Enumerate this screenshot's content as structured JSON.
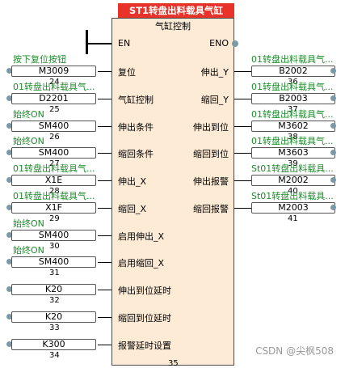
{
  "block": {
    "title": "ST1转盘出料载具气缸",
    "subtitle": "气缸控制",
    "en_label": "EN",
    "eno_label": "ENO",
    "bottom_num": "35"
  },
  "inputs": [
    {
      "pin": "复位",
      "value": "M3009",
      "comment": "按下复位按钮",
      "num": "24"
    },
    {
      "pin": "气缸控制",
      "value": "D2201",
      "comment": "01转盘出料载具气...",
      "num": "25"
    },
    {
      "pin": "伸出条件",
      "value": "SM400",
      "comment": "始终ON",
      "num": "26"
    },
    {
      "pin": "缩回条件",
      "value": "SM400",
      "comment": "始终ON",
      "num": "27"
    },
    {
      "pin": "伸出_X",
      "value": "X1E",
      "comment": "01转盘出料载具气...",
      "num": "28"
    },
    {
      "pin": "缩回_X",
      "value": "X1F",
      "comment": "01转盘出料载具气...",
      "num": "29"
    },
    {
      "pin": "启用伸出_X",
      "value": "SM400",
      "comment": "始终ON",
      "num": "30"
    },
    {
      "pin": "启用缩回_X",
      "value": "SM400",
      "comment": "始终ON",
      "num": "31"
    },
    {
      "pin": "伸出到位延时",
      "value": "K20",
      "comment": "",
      "num": "32"
    },
    {
      "pin": "缩回到位延时",
      "value": "K20",
      "comment": "",
      "num": "33"
    },
    {
      "pin": "报警延时设置",
      "value": "K300",
      "comment": "",
      "num": "34"
    }
  ],
  "outputs": [
    {
      "pin": "伸出_Y",
      "value": "B2002",
      "comment": "01转盘出料载具气...",
      "num": "36"
    },
    {
      "pin": "缩回_Y",
      "value": "B2003",
      "comment": "01转盘出料载具气...",
      "num": "37"
    },
    {
      "pin": "伸出到位",
      "value": "M3602",
      "comment": "01转盘出料载具气...",
      "num": "38"
    },
    {
      "pin": "缩回到位",
      "value": "M3603",
      "comment": "01转盘出料载具气...",
      "num": "39"
    },
    {
      "pin": "伸出报警",
      "value": "M2002",
      "comment": "St01转盘出料载具...",
      "num": "40"
    },
    {
      "pin": "缩回报警",
      "value": "M2003",
      "comment": "St01转盘出料载具...",
      "num": "41"
    }
  ],
  "watermark": "CSDN @尖枫508",
  "colors": {
    "title_bg": "#e8332a",
    "block_bg": "#fdebd6",
    "comment": "#1c8c2a"
  }
}
